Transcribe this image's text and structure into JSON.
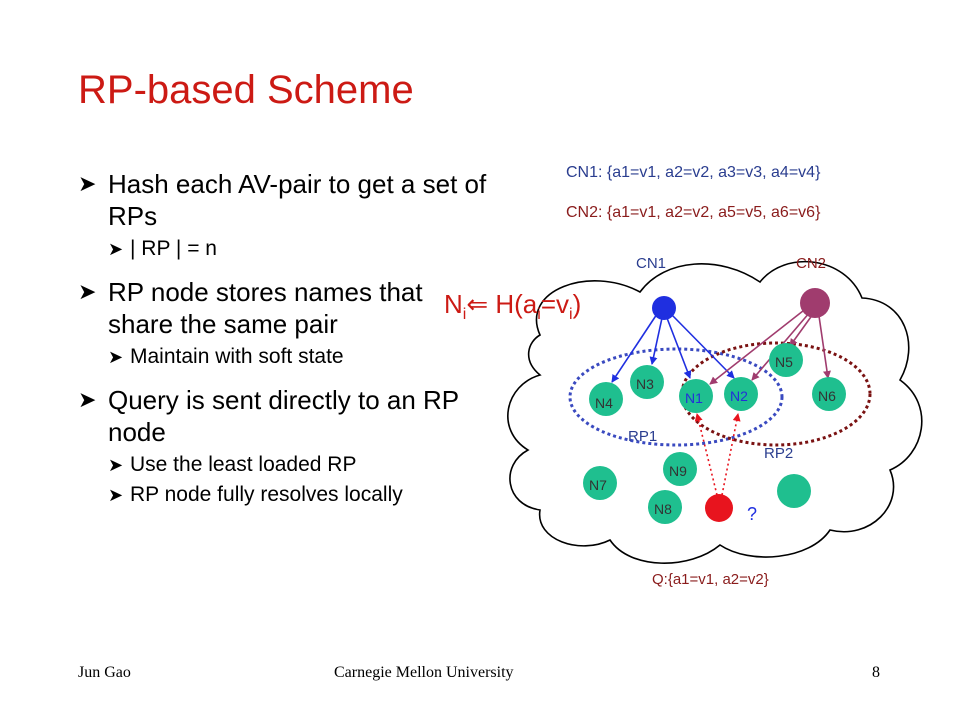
{
  "title": "RP-based Scheme",
  "bullets": [
    {
      "text": "Hash each AV-pair to get a set of RPs",
      "level": 1
    },
    {
      "text": "| RP | = n",
      "level": 2
    },
    {
      "text": "RP node stores names that share the same pair",
      "level": 1
    },
    {
      "text": "Maintain with soft state",
      "level": 2
    },
    {
      "text": "Query is sent directly to an RP node",
      "level": 1
    },
    {
      "text": "Use the least loaded RP",
      "level": 2
    },
    {
      "text": "RP node fully resolves locally",
      "level": 2
    }
  ],
  "diagram": {
    "cn1_desc": "CN1: {a1=v1, a2=v2, a3=v3, a4=v4}",
    "cn2_desc": "CN2: {a1=v1, a2=v2, a5=v5, a6=v6}",
    "cn1_label": "CN1",
    "cn2_label": "CN2",
    "formula": {
      "n": "N",
      "n_sub": "i",
      "arrow": "⇐",
      "h": " H(a",
      "a_sub": "i",
      "eq": "=v",
      "v_sub": "i",
      "close": ")"
    },
    "nodes": [
      "N1",
      "N2",
      "N3",
      "N4",
      "N5",
      "N6",
      "N7",
      "N8",
      "N9"
    ],
    "rp1": "RP1",
    "rp2": "RP2",
    "query_mark": "?",
    "query": "Q:{a1=v1, a2=v2}",
    "colors": {
      "node": "#1fbf8f",
      "cn1": "#1f2fe0",
      "cn2": "#a03c6e",
      "query": "#e8141e",
      "title": "#cc1a14",
      "rp1": "#3a4ac0",
      "rp2": "#7a1212"
    }
  },
  "footer": {
    "author": "Jun Gao",
    "org": "Carnegie Mellon University",
    "page": "8"
  }
}
